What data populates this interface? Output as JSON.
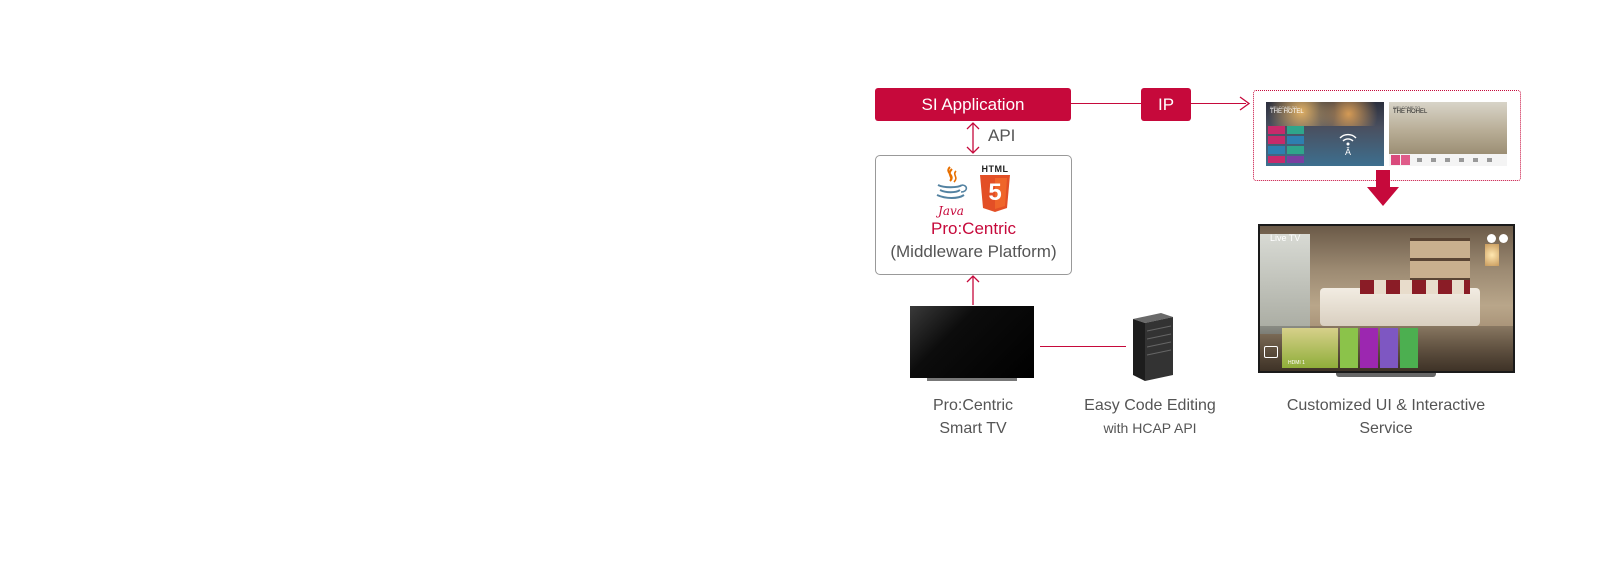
{
  "diagram": {
    "si_application_label": "SI Application",
    "ip_label": "IP",
    "api_label": "API",
    "middleware": {
      "java_label": "Java",
      "html_label": "HTML",
      "html_number": "5",
      "brand": "Pro:Centric",
      "platform": "(Middleware Platform)"
    },
    "smart_tv": {
      "line1": "Pro:Centric",
      "line2": "Smart TV"
    },
    "code_editing": {
      "line1": "Easy Code Editing",
      "line2": "with HCAP API"
    },
    "customized": {
      "line1": "Customized UI & Interactive",
      "line2": "Service"
    },
    "screen_a": {
      "title_small": "WELCOME TO",
      "title": "THE HOTEL"
    },
    "screen_b": {
      "title_small": "WELCOME TO",
      "title": "THE HOHEL"
    },
    "tv_screen": {
      "live_label": "Live TV",
      "hdmi_label": "HDMI 1"
    },
    "accent_color": "#c6093b"
  }
}
